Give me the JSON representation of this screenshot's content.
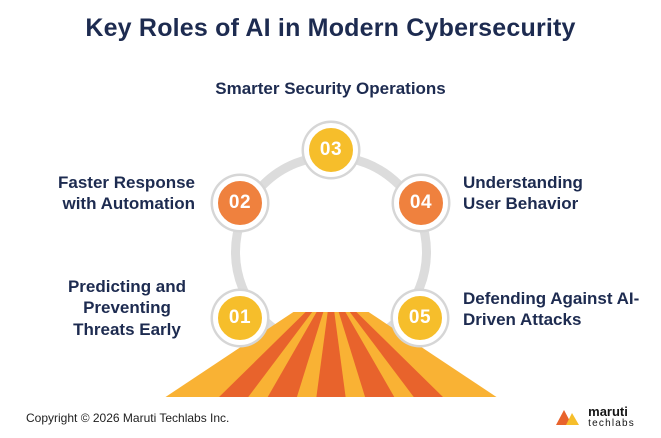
{
  "title": "Key Roles of AI in Modern Cybersecurity",
  "colors": {
    "navy": "#1d2b50",
    "yellow": "#f6be2b",
    "orange": "#ef813e",
    "ray_orange": "#e8632c",
    "ray_yellow": "#f9b234",
    "ring_gray": "#dcdcdc"
  },
  "roles": [
    {
      "number": "01",
      "label": "Predicting and Preventing Threats Early",
      "color": "yellow"
    },
    {
      "number": "02",
      "label": "Faster Response with Automation",
      "color": "orange"
    },
    {
      "number": "03",
      "label": "Smarter Security Operations",
      "color": "yellow"
    },
    {
      "number": "04",
      "label": "Understanding User Behavior",
      "color": "orange"
    },
    {
      "number": "05",
      "label": "Defending Against AI-Driven Attacks",
      "color": "yellow"
    }
  ],
  "footer": {
    "copyright": "Copyright © 2026 Maruti Techlabs Inc.",
    "logo_line1": "maruti",
    "logo_line2": "techlabs"
  }
}
